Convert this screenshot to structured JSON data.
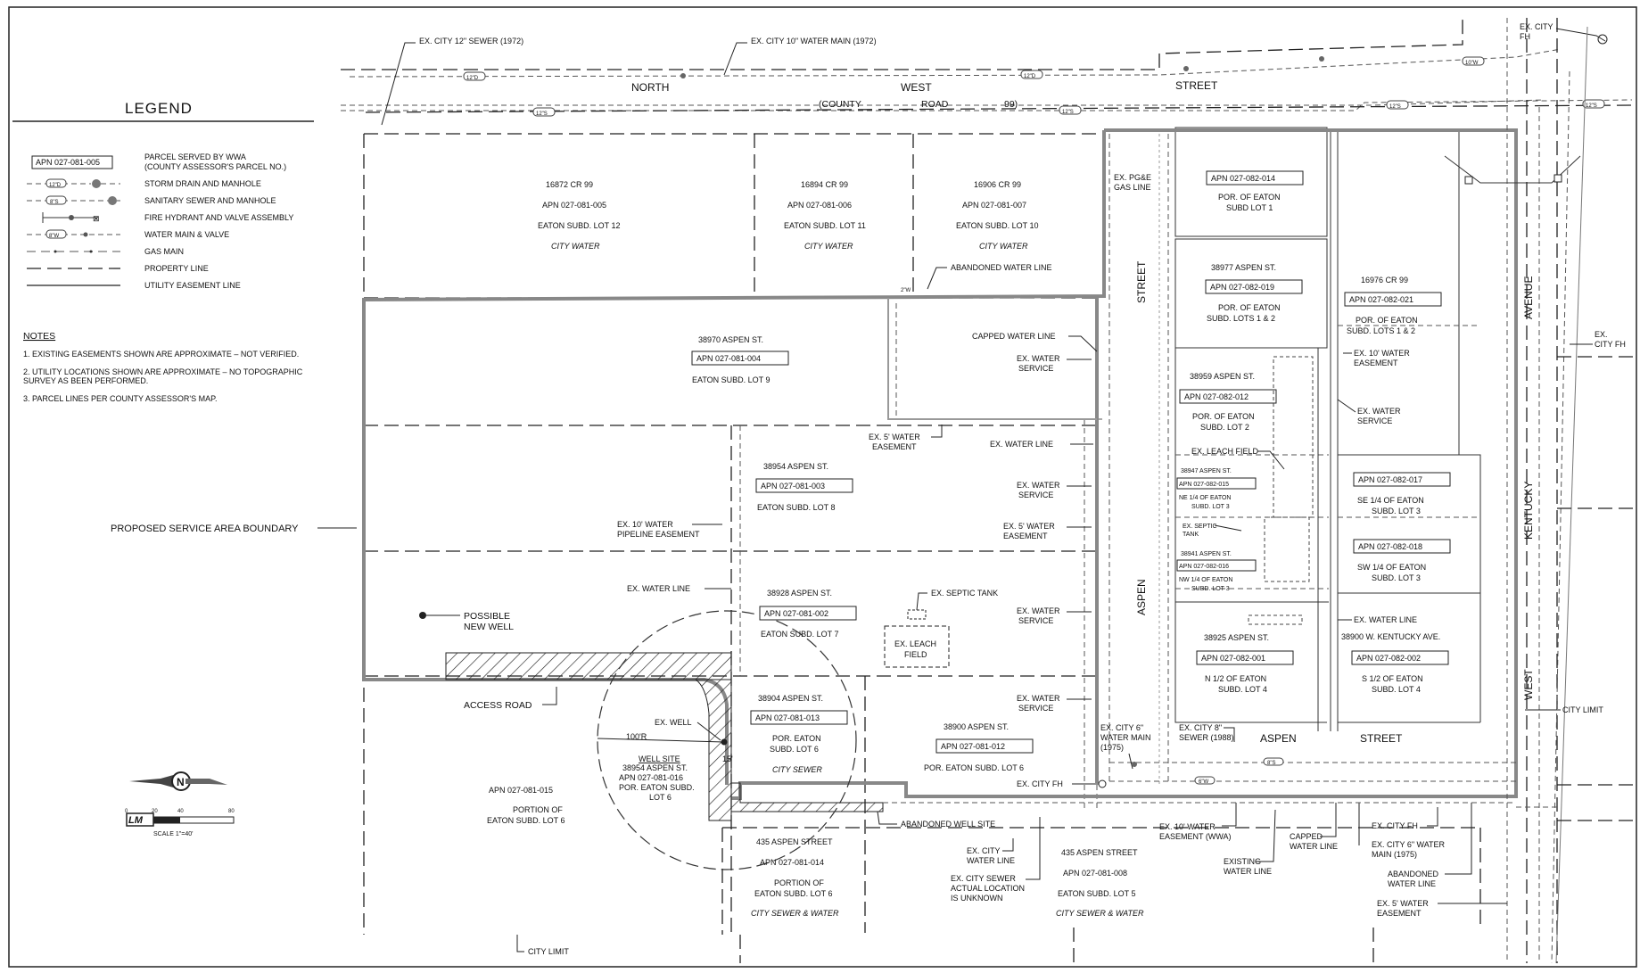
{
  "legend": {
    "title": "LEGEND",
    "items": [
      {
        "sym": "APN 027-081-005",
        "label": "PARCEL SERVED BY WWA",
        "label2": "(COUNTY ASSESSOR'S PARCEL NO.)"
      },
      {
        "sym": "12\"D",
        "label": "STORM DRAIN AND MANHOLE",
        "label2": ""
      },
      {
        "sym": "8\"S",
        "label": "SANITARY SEWER AND MANHOLE",
        "label2": ""
      },
      {
        "sym": "",
        "label": "FIRE HYDRANT AND VALVE ASSEMBLY",
        "label2": ""
      },
      {
        "sym": "8\"W",
        "label": "WATER MAIN & VALVE",
        "label2": ""
      },
      {
        "sym": "",
        "label": "GAS MAIN",
        "label2": ""
      },
      {
        "sym": "",
        "label": "PROPERTY LINE",
        "label2": ""
      },
      {
        "sym": "",
        "label": "UTILITY EASEMENT LINE",
        "label2": ""
      }
    ]
  },
  "notes": {
    "title": "NOTES",
    "items": [
      "1.  EXISTING EASEMENTS SHOWN ARE APPROXIMATE – NOT VERIFIED.",
      "2.  UTILITY LOCATIONS SHOWN ARE APPROXIMATE – NO TOPOGRAPHIC",
      "     SURVEY AS BEEN PERFORMED.",
      "3.  PARCEL LINES PER COUNTY ASSESSOR'S MAP."
    ]
  },
  "scale": {
    "label": "SCALE  1\"=40'",
    "ticks": [
      "0",
      "20",
      "40",
      "80"
    ],
    "logo": "LM"
  },
  "streets": {
    "north": "NORTH",
    "west": "WEST",
    "street": "STREET",
    "county": "(COUNTY",
    "road": "ROAD",
    "num": "99)",
    "aspen_v": "ASPEN",
    "street_v": "STREET",
    "aspen_h": "ASPEN",
    "street_h": "STREET",
    "avenue": "AVENUE",
    "kentucky": "KENTUCKY",
    "west_v": "WEST"
  },
  "pipe_tags": {
    "d12": "12\"D",
    "s12": "12\"S",
    "w10": "10\"W",
    "s8": "8\"S",
    "w6": "6\"W",
    "w8": "8\"W"
  },
  "parcels": [
    {
      "addr": "16872 CR 99",
      "apn": "APN 027-081-005",
      "sub": "EATON SUBD. LOT 12",
      "svc": "CITY WATER"
    },
    {
      "addr": "16894 CR 99",
      "apn": "APN 027-081-006",
      "sub": "EATON SUBD. LOT 11",
      "svc": "CITY WATER"
    },
    {
      "addr": "16906 CR 99",
      "apn": "APN 027-081-007",
      "sub": "EATON SUBD. LOT 10",
      "svc": "CITY WATER"
    },
    {
      "addr": "38970 ASPEN ST.",
      "apn": "APN 027-081-004",
      "sub": "EATON SUBD. LOT 9"
    },
    {
      "addr": "38954 ASPEN ST.",
      "apn": "APN 027-081-003",
      "sub": "EATON SUBD. LOT 8"
    },
    {
      "addr": "38928 ASPEN ST.",
      "apn": "APN 027-081-002",
      "sub": "EATON SUBD. LOT 7"
    },
    {
      "addr": "38904 ASPEN ST.",
      "apn": "APN 027-081-013",
      "sub": "POR. EATON",
      "sub2": "SUBD. LOT 6",
      "svc": "CITY SEWER"
    },
    {
      "addr": "38900 ASPEN ST.",
      "apn": "APN 027-081-012",
      "sub": "POR. EATON SUBD. LOT 6"
    },
    {
      "apn": "APN 027-081-015",
      "sub": "PORTION OF",
      "sub2": "EATON SUBD. LOT 6"
    },
    {
      "addr": "435 ASPEN STREET",
      "apn": "APN 027-081-014",
      "sub": "PORTION OF",
      "sub2": "EATON SUBD. LOT 6",
      "svc": "CITY SEWER & WATER"
    },
    {
      "addr": "435 ASPEN STREET",
      "apn": "APN 027-081-008",
      "sub": "EATON SUBD. LOT 5",
      "svc": "CITY SEWER & WATER"
    },
    {
      "apn": "APN 027-082-014",
      "sub": "POR. OF EATON",
      "sub2": "SUBD LOT 1"
    },
    {
      "addr": "38977 ASPEN ST.",
      "apn": "APN 027-082-019",
      "sub": "POR. OF EATON",
      "sub2": "SUBD. LOTS 1 & 2"
    },
    {
      "addr": "38959 ASPEN ST.",
      "apn": "APN 027-082-012",
      "sub": "POR. OF EATON",
      "sub2": "SUBD. LOT 2"
    },
    {
      "addr": "38947 ASPEN ST.",
      "apn": "APN 027-082-015",
      "sub": "NE 1/4 OF EATON",
      "sub2": "SUBD. LOT 3"
    },
    {
      "addr": "38941 ASPEN ST.",
      "apn": "APN 027-082-016",
      "sub": "NW 1/4 OF EATON",
      "sub2": "SUBD. LOT 3"
    },
    {
      "addr": "38925 ASPEN ST.",
      "apn": "APN 027-082-001",
      "sub": "N 1/2 OF EATON",
      "sub2": "SUBD. LOT 4"
    },
    {
      "addr": "16976 CR 99",
      "apn": "APN 027-082-021",
      "sub": "POR. OF EATON",
      "sub2": "SUBD. LOTS 1 & 2"
    },
    {
      "apn": "APN 027-082-017",
      "sub": "SE 1/4 OF EATON",
      "sub2": "SUBD. LOT 3"
    },
    {
      "apn": "APN 027-082-018",
      "sub": "SW 1/4 OF EATON",
      "sub2": "SUBD. LOT 3"
    },
    {
      "addr": "38900 W. KENTUCKY AVE.",
      "apn": "APN 027-082-002",
      "sub": "S 1/2 OF EATON",
      "sub2": "SUBD. LOT 4"
    }
  ],
  "callouts": {
    "sewer12": "EX. CITY 12\" SEWER (1972)",
    "water10": "EX. CITY 10\" WATER MAIN (1972)",
    "exCityFh": "EX. CITY",
    "exCityFh2": "FH",
    "exCityFhRight": "EX.",
    "exCityFhRight2": "CITY FH",
    "abandonedWater": "ABANDONED WATER LINE",
    "pgeGas": "EX. PG&E",
    "pgeGas2": "GAS LINE",
    "cappedWater": "CAPPED WATER LINE",
    "exWaterService": "EX. WATER",
    "exWaterService2": "SERVICE",
    "ex5Easement": "EX. 5' WATER",
    "ex5Easement2": "EASEMENT",
    "exWaterLine": "EX. WATER LINE",
    "ex10Pipeline": "EX. 10' WATER",
    "ex10Pipeline2": "PIPELINE EASEMENT",
    "exSepticTank": "EX. SEPTIC TANK",
    "exLeachField": "EX. LEACH",
    "exLeachField2": "FIELD",
    "exLeachFieldR": "EX. LEACH FIELD",
    "exSepticR": "EX. SEPTIC",
    "exSepticR2": "TANK",
    "ex10WaterEase": "EX. 10' WATER",
    "ex10WaterEase2": "EASEMENT",
    "proposedBoundary": "PROPOSED SERVICE AREA BOUNDARY",
    "possibleWell": "POSSIBLE",
    "possibleWell2": "NEW WELL",
    "accessRoad": "ACCESS ROAD",
    "exWell": "EX. WELL",
    "radius": "100'R",
    "fifteen": "15'",
    "wellSite": "WELL SITE",
    "wellSite2": "38954 ASPEN ST.",
    "wellSite3": "APN 027-081-016",
    "wellSite4": "POR. EATON SUBD.",
    "wellSite5": "LOT 6",
    "abandonedWell": "ABANDONED WELL SITE",
    "exCityWaterLine": "EX. CITY",
    "exCityWaterLine2": "WATER LINE",
    "exCitySewer": "EX. CITY SEWER",
    "exCitySewer2": "ACTUAL LOCATION",
    "exCitySewer3": "IS UNKNOWN",
    "exCity6": "EX. CITY 6\"",
    "exCity6b": "WATER MAIN",
    "exCity6c": "(1975)",
    "exCity8Sewer": "EX. CITY 8\"",
    "exCity8Sewer2": "SEWER (1988)",
    "exCityFhMid": "EX. CITY FH",
    "ex10Wwa": "EX. 10' WATER",
    "ex10Wwa2": "EASEMENT (WWA)",
    "existingWater": "EXISTING",
    "existingWater2": "WATER LINE",
    "cappedWater2": "CAPPED",
    "cappedWater3": "WATER LINE",
    "exCityFhBot": "EX. CITY FH",
    "exCity6Main": "EX. CITY 6\" WATER",
    "exCity6Main2": "MAIN (1975)",
    "abandonedWater2": "ABANDONED",
    "abandonedWater3": "WATER LINE",
    "ex5WaterEase": "EX. 5' WATER",
    "ex5WaterEase2": "EASEMENT",
    "cityLimit": "CITY LIMIT",
    "cityLimitBottom": "CITY LIMIT"
  }
}
